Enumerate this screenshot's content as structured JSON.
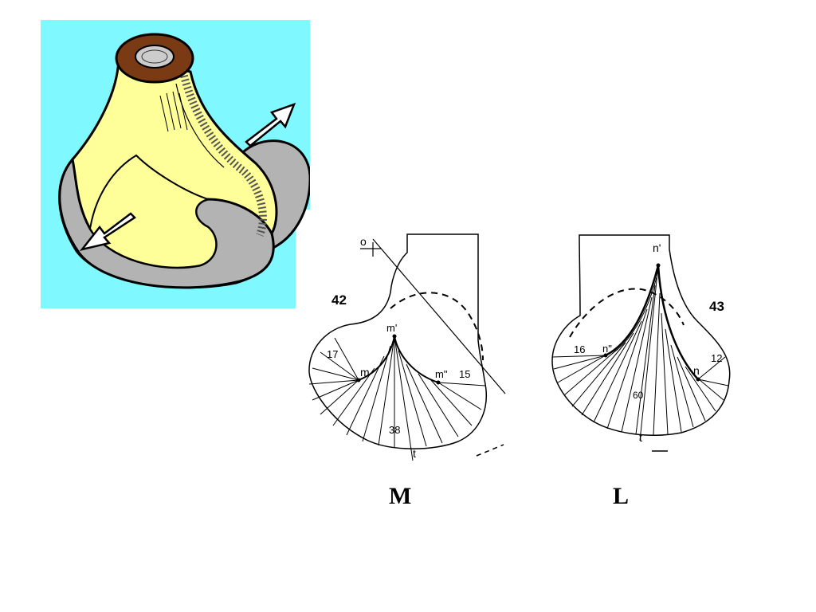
{
  "femur_illustration": {
    "background_color": "#80f8ff",
    "bone_color": "#ffff99",
    "cartilage_color": "#b3b3b3",
    "cortex_color": "#7a3a14",
    "arrows": [
      "arrow-up-right-icon",
      "arrow-down-left-icon"
    ]
  },
  "figure_42": {
    "number": "42",
    "labels": {
      "o": "o",
      "m_prime": "m'",
      "m": "m",
      "m_double": "m\"",
      "n17": "17",
      "n15": "15",
      "n38": "38",
      "t": "t"
    }
  },
  "figure_43": {
    "number": "43",
    "labels": {
      "n_prime": "n'",
      "n_double": "n\"",
      "n": "n",
      "n16": "16",
      "n12": "12",
      "n60": "60",
      "t": "t"
    }
  },
  "captions": {
    "medial": "M",
    "lateral": "L"
  }
}
